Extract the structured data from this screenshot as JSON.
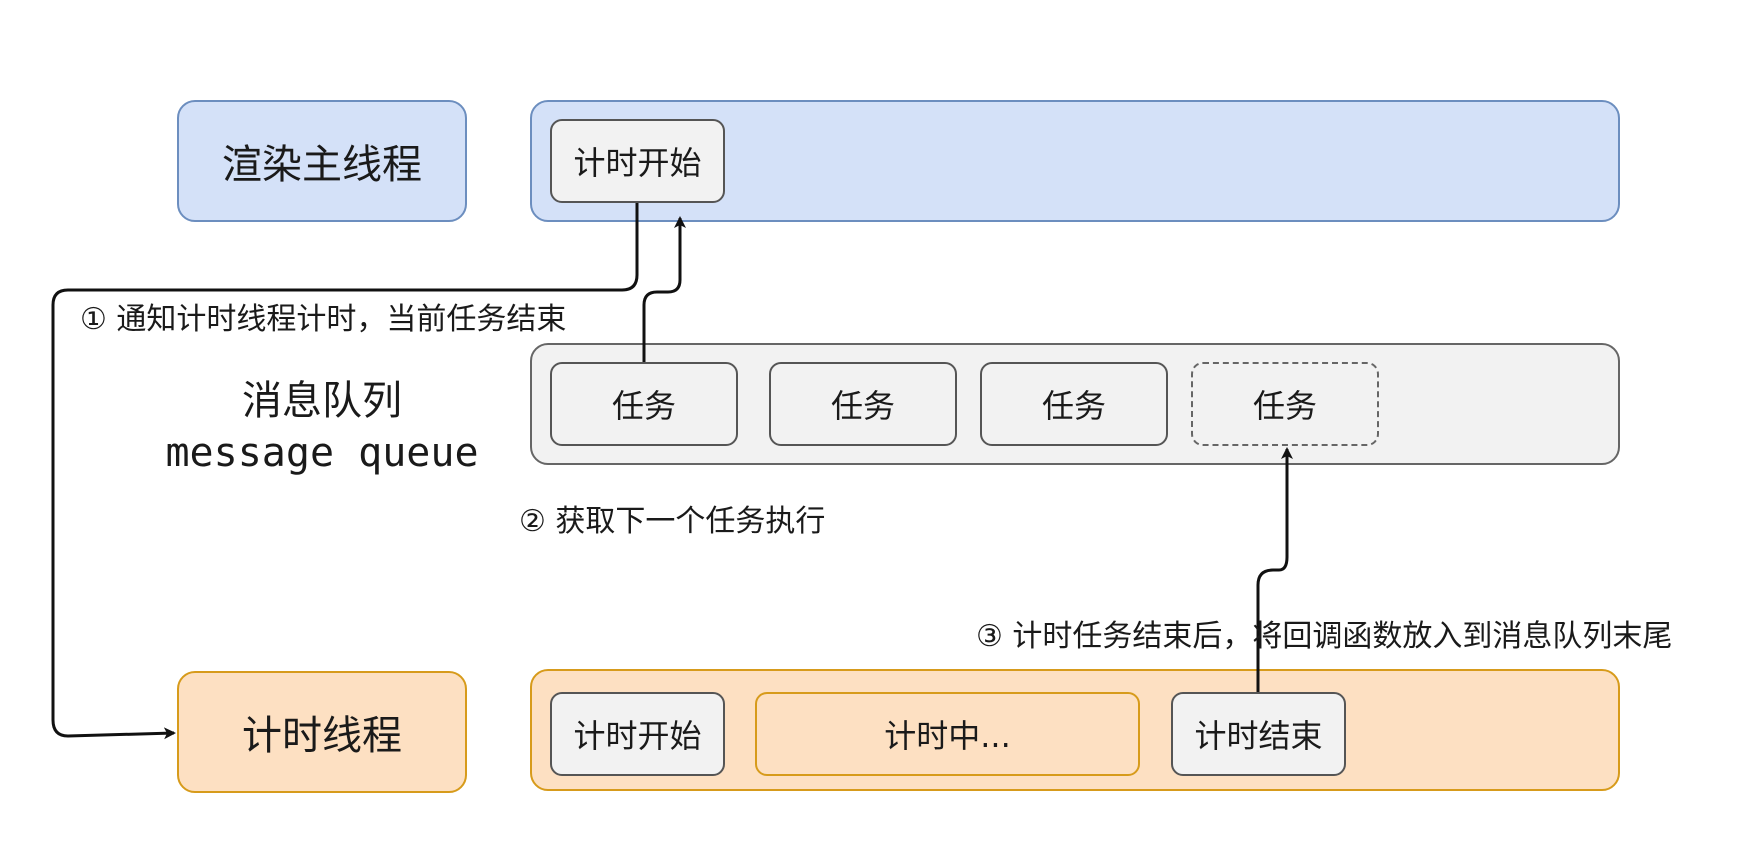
{
  "threads": {
    "render_main": "渲染主线程",
    "timer": "计时线程"
  },
  "message_queue": {
    "label_cn": "消息队列",
    "label_en": "message queue"
  },
  "render_lane": {
    "tasks": [
      "计时开始"
    ]
  },
  "queue_lane": {
    "tasks": [
      "任务",
      "任务",
      "任务",
      "任务"
    ]
  },
  "timer_lane": {
    "tasks": [
      "计时开始",
      "计时中...",
      "计时结束"
    ]
  },
  "annotations": {
    "step1": "① 通知计时线程计时，当前任务结束",
    "step2": "② 获取下一个任务执行",
    "step3": "③ 计时任务结束后，将回调函数放入到消息队列末尾"
  },
  "colors": {
    "blue_fill": "#d4e1f8",
    "blue_stroke": "#6c8ebf",
    "gray_fill": "#f2f2f2",
    "gray_stroke": "#666666",
    "orange_fill": "#fde0c2",
    "orange_stroke": "#d79b1b"
  }
}
